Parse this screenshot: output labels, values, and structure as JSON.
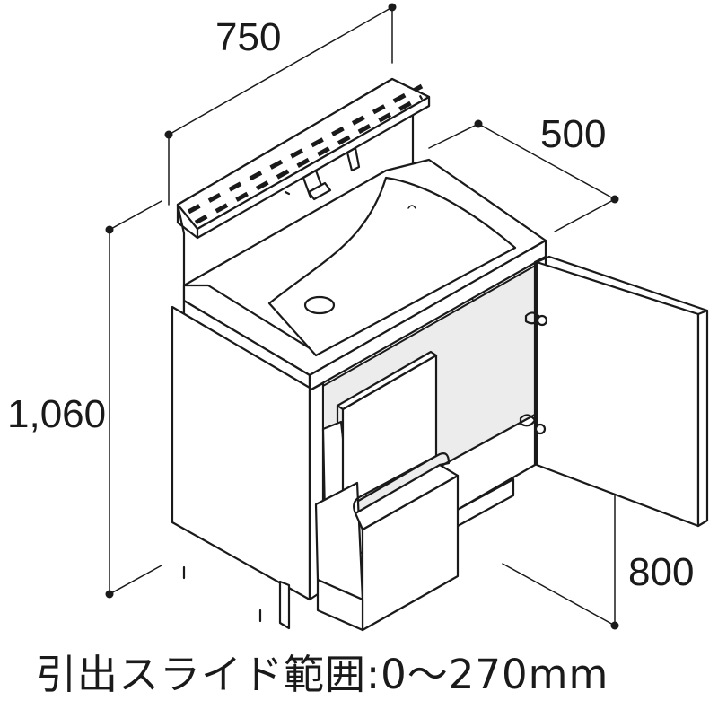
{
  "dimensions": {
    "width": "750",
    "depth": "500",
    "total_height": "1,060",
    "counter_height": "800"
  },
  "caption": "引出スライド範囲:0～270mm",
  "colors": {
    "line": "#1a1a1a",
    "background": "#ffffff"
  }
}
